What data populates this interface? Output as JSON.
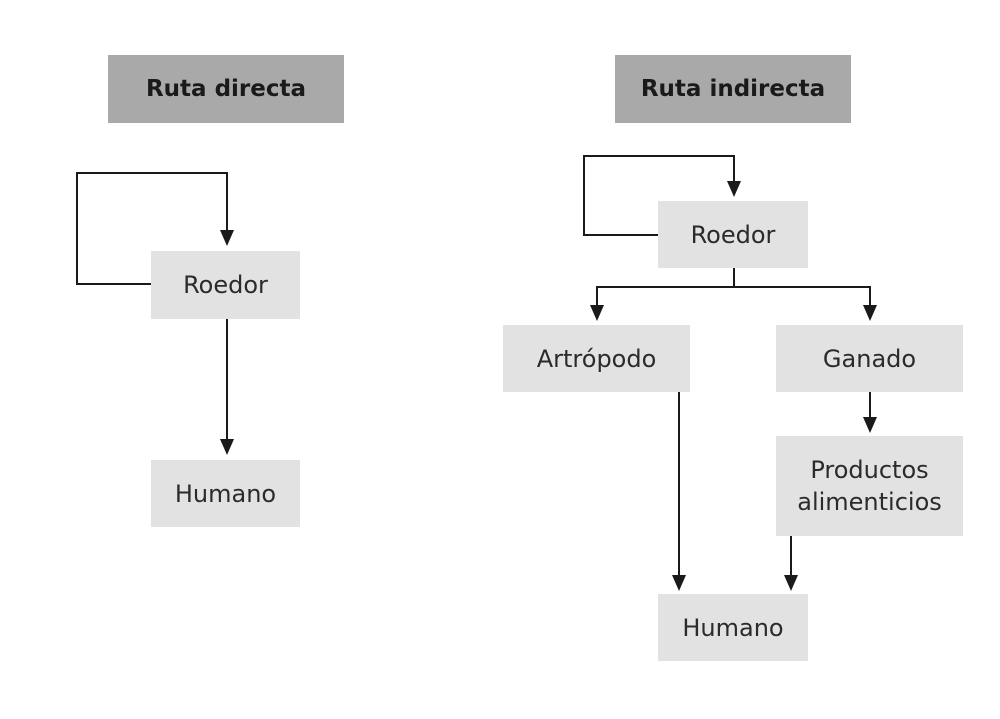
{
  "direct": {
    "title": "Ruta directa",
    "nodes": {
      "roedor": "Roedor",
      "humano": "Humano"
    }
  },
  "indirect": {
    "title": "Ruta indirecta",
    "nodes": {
      "roedor": "Roedor",
      "artropodo": "Artrópodo",
      "ganado": "Ganado",
      "productos_line1": "Productos",
      "productos_line2": "alimenticios",
      "humano": "Humano"
    }
  },
  "colors": {
    "header": "#a9a9a9",
    "node": "#e2e2e2",
    "line": "#1a1a1a"
  }
}
